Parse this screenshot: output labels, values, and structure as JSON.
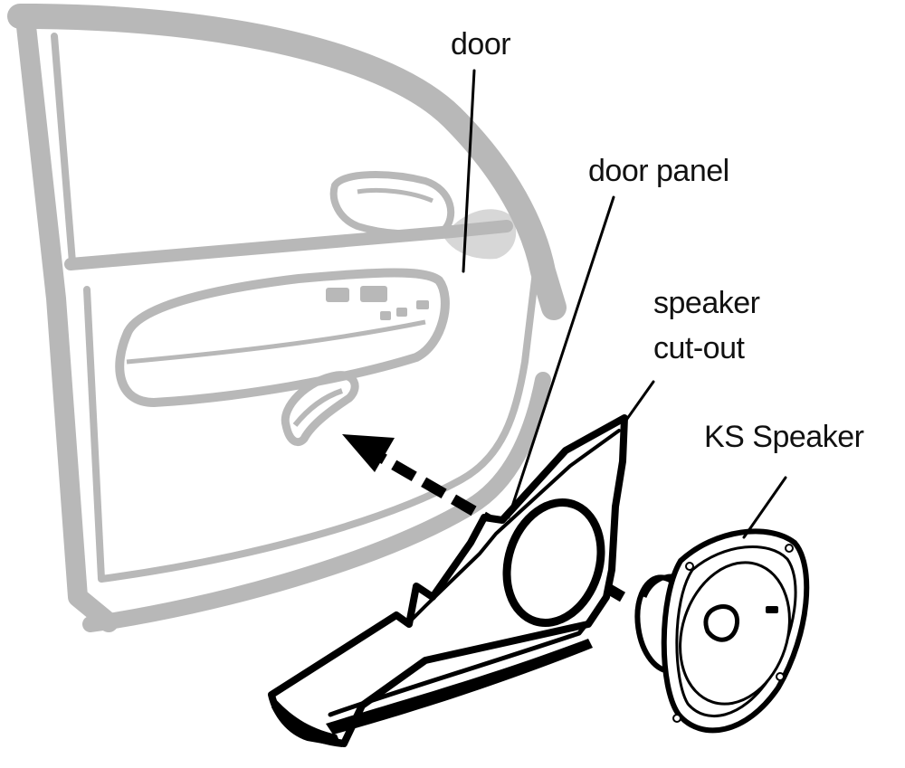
{
  "labels": {
    "door": "door",
    "door_panel": "door panel",
    "speaker_line1": "speaker",
    "speaker_line2": "cut-out",
    "ks_speaker": "KS Speaker"
  },
  "colors": {
    "door_gray": "#b8b8b8",
    "line": "#000000",
    "background": "#ffffff"
  }
}
